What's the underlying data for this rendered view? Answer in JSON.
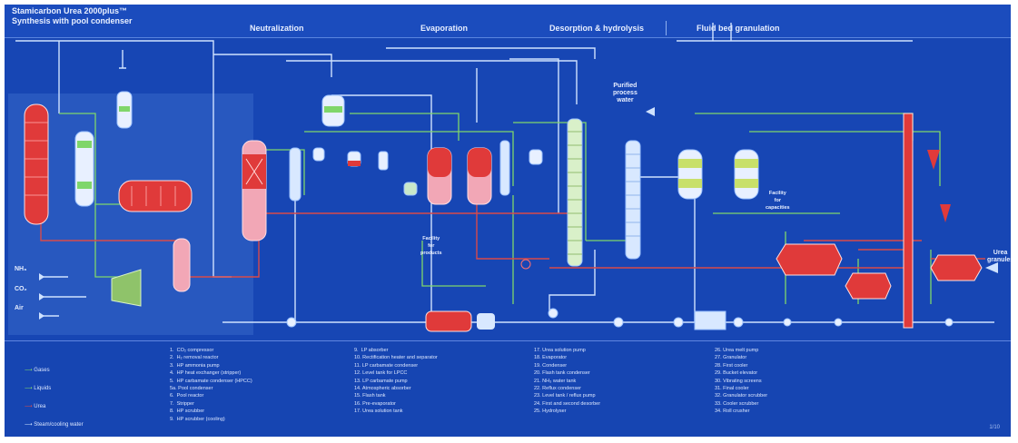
{
  "header": {
    "title_line1": "Stamicarbon Urea 2000plus™",
    "title_line2": "Synthesis with pool condenser",
    "sections": [
      "Neutralization",
      "Evaporation",
      "Desorption & hydrolysis",
      "Fluid bed granulation"
    ]
  },
  "labels": {
    "nh3": "NH₃",
    "co2": "CO₂",
    "air": "Air",
    "purified_water": "Purified\nprocess\nwater",
    "facility_evaporator": "Facility\nfor\nproducts",
    "facility_right": "Facility\nfor\ncapacities",
    "urea_granules": "Urea\ngranules"
  },
  "legend": {
    "items": [
      "Gases",
      "Liquids",
      "Urea",
      "Steam/cooling water"
    ]
  },
  "equipment_list": {
    "col1": "1.  CO₂ compressor\n2.  H₂ removal reactor\n3.  HP ammonia pump\n4.  HP heat exchanger (stripper)\n5.  HP carbamate condenser (HPCC)\n5a. Pool condenser\n6.  Pool reactor\n7.  Stripper\n8.  HP scrubber\n9.  HP scrubber (cooling)",
    "col2": "9.  LP absorber\n10. Rectification heater and separator\n11. LP carbamate condenser\n12. Level tank for LPCC\n13. LP carbamate pump\n14. Atmospheric absorber\n15. Flash tank\n16. Pre-evaporator\n17. Urea solution tank",
    "col3": "17. Urea solution pump\n18. Evaporator\n19. Condenser\n20. Flash tank condenser\n21. NH₃ water tank\n22. Reflux condenser\n23. Level tank / reflux pump\n24. First and second desorber\n25. Hydrolyser",
    "col4": "26. Urea melt pump\n27. Granulator\n28. First cooler\n29. Bucket elevator\n30. Vibrating screens\n31. Final cooler\n32. Granulator scrubber\n33. Cooler scrubber\n34. Roll crusher"
  },
  "footer": {
    "page_number": "1/10"
  }
}
